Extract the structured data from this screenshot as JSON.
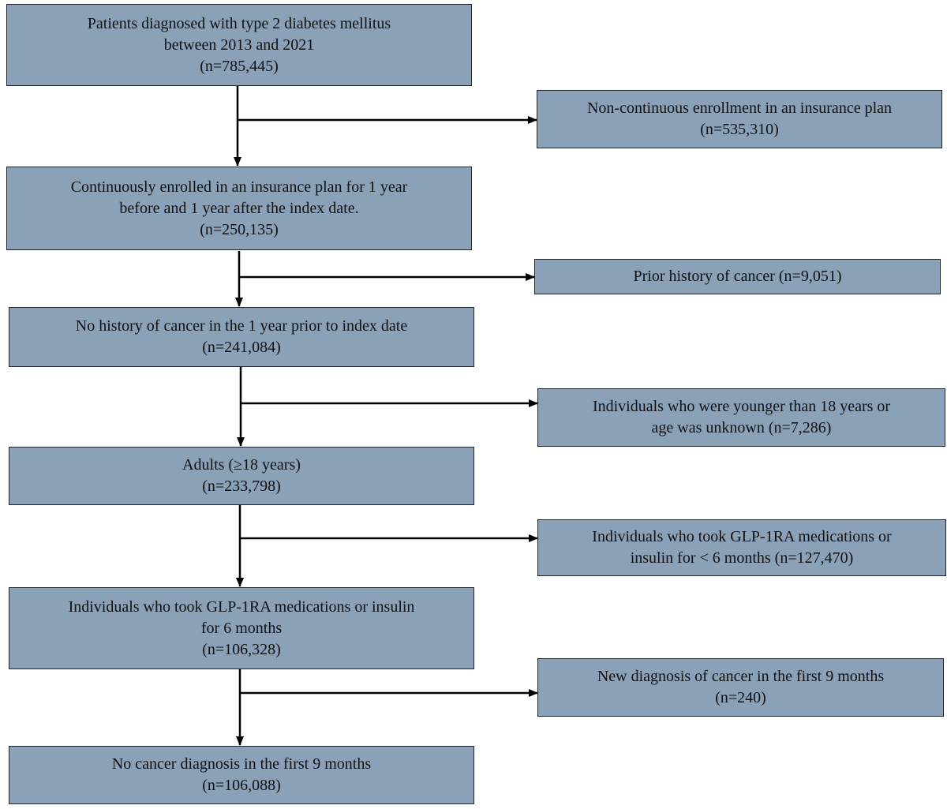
{
  "main_boxes": [
    {
      "lines": [
        "Patients diagnosed with type 2 diabetes mellitus",
        "between 2013 and 2021",
        "(n=785,445)"
      ]
    },
    {
      "lines": [
        "Continuously enrolled in an insurance plan for 1 year",
        "before and 1 year after the index date.",
        "(n=250,135)"
      ]
    },
    {
      "lines": [
        "No history of cancer in the 1 year prior to index date",
        "(n=241,084)"
      ]
    },
    {
      "lines": [
        "Adults (≥18 years)",
        "(n=233,798)"
      ]
    },
    {
      "lines": [
        "Individuals who took GLP-1RA medications or insulin",
        "for 6 months",
        "(n=106,328)"
      ]
    },
    {
      "lines": [
        "No cancer diagnosis in the first 9 months",
        "(n=106,088)"
      ]
    }
  ],
  "exclusion_boxes": [
    {
      "lines": [
        "Non-continuous enrollment in an insurance plan",
        "(n=535,310)"
      ]
    },
    {
      "lines": [
        "Prior history of cancer (n=9,051)"
      ]
    },
    {
      "lines": [
        "Individuals who were younger than 18 years or",
        "age was unknown (n=7,286)"
      ]
    },
    {
      "lines": [
        "Individuals who took GLP-1RA medications or",
        "insulin for < 6 months (n=127,470)"
      ]
    },
    {
      "lines": [
        "New diagnosis of cancer in the first 9 months",
        "(n=240)"
      ]
    }
  ],
  "colors": {
    "box_fill": "#8aa1b8",
    "box_border": "#1c2530",
    "arrow": "#000000"
  }
}
